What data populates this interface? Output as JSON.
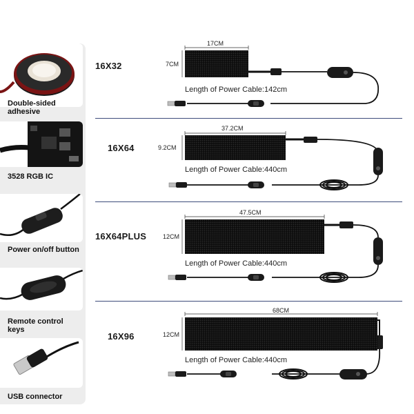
{
  "features": [
    {
      "label": "Double-sided adhesive",
      "icon": "adhesive-tape-roll-icon"
    },
    {
      "label": "3528 RGB IC",
      "icon": "circuit-chip-icon"
    },
    {
      "label": "Power on/off button",
      "icon": "inline-switch-icon"
    },
    {
      "label": "Remote control keys",
      "icon": "remote-control-icon"
    },
    {
      "label": "USB connector",
      "icon": "usb-plug-icon"
    }
  ],
  "models": [
    {
      "name": "16X32",
      "width": "17CM",
      "height": "7CM",
      "cable": "Length of Power Cable:142cm"
    },
    {
      "name": "16X64",
      "width": "37.2CM",
      "height": "9.2CM",
      "cable": "Length of Power Cable:440cm"
    },
    {
      "name": "16X64PLUS",
      "width": "47.5CM",
      "height": "12CM",
      "cable": "Length of Power Cable:440cm"
    },
    {
      "name": "16X96",
      "width": "68CM",
      "height": "12CM",
      "cable": "Length of Power Cable:440cm"
    }
  ],
  "colors": {
    "panel": "#0d0d0d",
    "divider": "#3c4b7a",
    "sidebar": "#ededed",
    "tape_red": "#7a1414"
  }
}
